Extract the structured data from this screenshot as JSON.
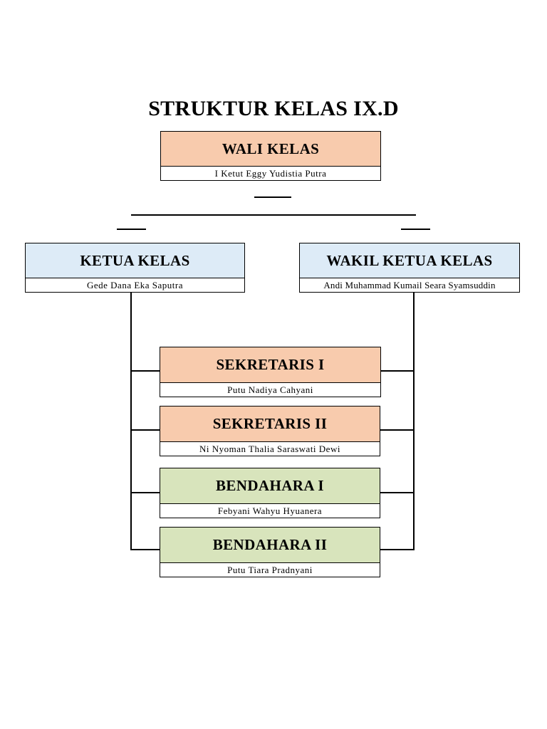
{
  "title": "STRUKTUR KELAS IX.D",
  "colors": {
    "peach": "#f8cbad",
    "light_blue": "#ddebf7",
    "light_green": "#d8e4bc"
  },
  "nodes": {
    "wali_kelas": {
      "role": "WALI KELAS",
      "name": "I Ketut Eggy Yudistia Putra"
    },
    "ketua_kelas": {
      "role": "KETUA KELAS",
      "name": "Gede Dana Eka Saputra"
    },
    "wakil_ketua_kelas": {
      "role": "WAKIL KETUA KELAS",
      "name": "Andi Muhammad Kumail Seara Syamsuddin"
    },
    "sekretaris_1": {
      "role": "SEKRETARIS I",
      "name": "Putu Nadiya Cahyani"
    },
    "sekretaris_2": {
      "role": "SEKRETARIS II",
      "name": "Ni Nyoman Thalia Saraswati Dewi"
    },
    "bendahara_1": {
      "role": "BENDAHARA I",
      "name": "Febyani Wahyu Hyuanera"
    },
    "bendahara_2": {
      "role": "BENDAHARA II",
      "name": "Putu Tiara Pradnyani"
    }
  }
}
